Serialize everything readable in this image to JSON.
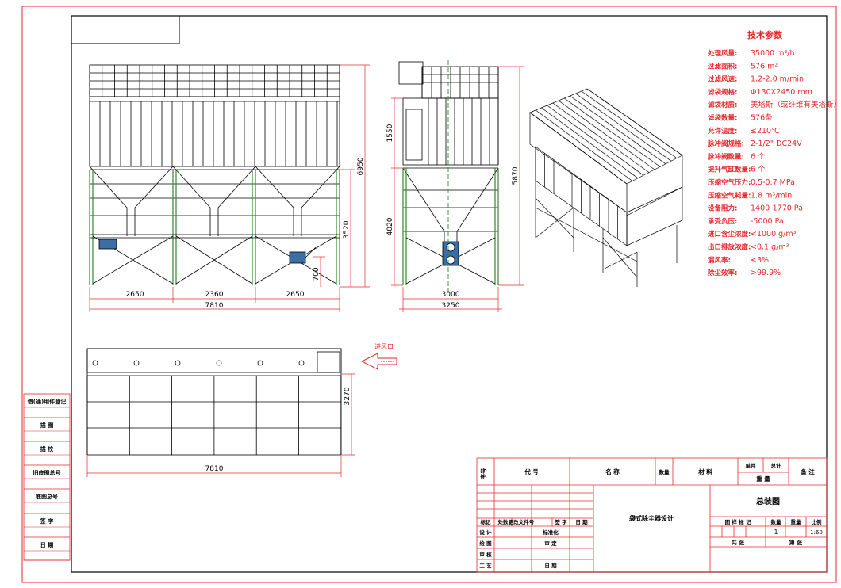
{
  "tech_params": {
    "title": "技术参数",
    "rows": [
      {
        "label": "处理风量:",
        "value": "35000 m³/h"
      },
      {
        "label": "过滤面积:",
        "value": "576 m²"
      },
      {
        "label": "过滤风速:",
        "value": "1.2-2.0 m/min"
      },
      {
        "label": "滤袋规格:",
        "value": "Φ130X2450 mm"
      },
      {
        "label": "滤袋材质:",
        "value": "美塔斯（或纤维有美塔斯）"
      },
      {
        "label": "滤袋数量:",
        "value": "576条"
      },
      {
        "label": "允许温度:",
        "value": "≤210℃"
      },
      {
        "label": "脉冲阀规格:",
        "value": "2-1/2\"  DC24V"
      },
      {
        "label": "脉冲阀数量:",
        "value": "6 个"
      },
      {
        "label": "提升气缸数量:",
        "value": "6 个"
      },
      {
        "label": "压缩空气压力:",
        "value": "0.5-0.7 MPa"
      },
      {
        "label": "压缩空气耗量:",
        "value": "1.8 m³/min"
      },
      {
        "label": "设备阻力:",
        "value": "1400-1770 Pa"
      },
      {
        "label": "承受负压:",
        "value": "-5000 Pa"
      },
      {
        "label": "进口含尘浓度:",
        "value": "<1000 g/m³"
      },
      {
        "label": "出口排放浓度:",
        "value": "<0.1 g/m³"
      },
      {
        "label": "漏风率:",
        "value": "<3%"
      },
      {
        "label": "除尘效率:",
        "value": ">99.9%"
      }
    ]
  },
  "dims": {
    "front_height": "6950",
    "front_hopper": "3520",
    "front_motor": "700",
    "front_w1": "2650",
    "front_w2": "2360",
    "front_w3": "2650",
    "front_total": "7810",
    "side_upper": "1550",
    "side_lower": "4020",
    "side_height": "5870",
    "side_w1": "3000",
    "side_w2": "3250",
    "plan_depth": "3270",
    "plan_width": "7810"
  },
  "inlet_label": "进风口",
  "left_stamps": [
    "借(通)用件登记",
    "描  图",
    "描  校",
    "旧底图总号",
    "底图总号",
    "签  字",
    "日  期"
  ],
  "title_block": {
    "bom_headers": [
      "序号",
      "代  号",
      "名  称",
      "数量",
      "材  料",
      "单件",
      "总计",
      "备  注"
    ],
    "weight_label": "重 量",
    "rev_headers": [
      "标记",
      "处数",
      "更改文件号",
      "签  字",
      "日  期"
    ],
    "roles_left": [
      "设  计",
      "绘  图",
      "审  核",
      "工  艺"
    ],
    "roles_mid": [
      "标准化",
      "审  定",
      "日  期"
    ],
    "project_name": "袋式除尘器设计",
    "drawing_title": "总装图",
    "stage_headers": [
      "图 样 标 记",
      "数量",
      "重量",
      "比例"
    ],
    "qty": "1",
    "scale": "1:60",
    "sheets_total": "共      张",
    "sheet_no": "第      张"
  }
}
